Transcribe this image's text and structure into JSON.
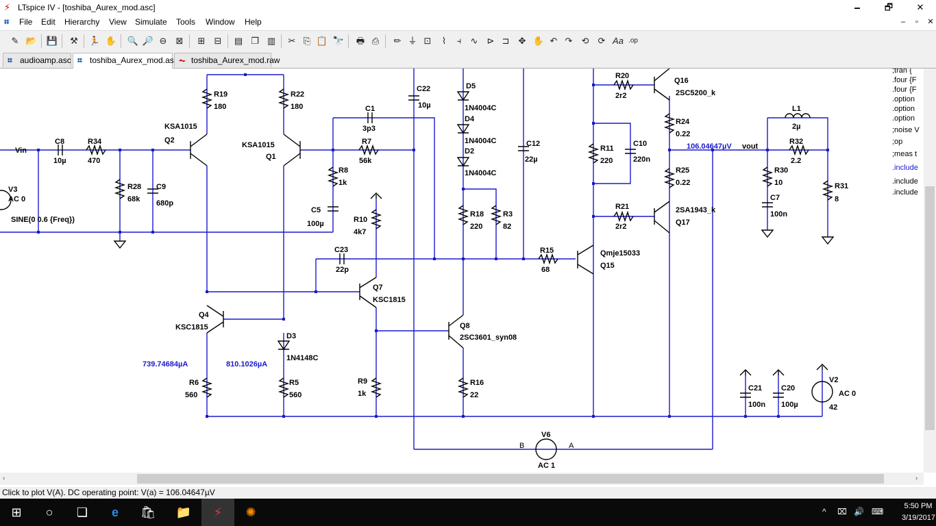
{
  "window": {
    "title": "LTspice IV - [toshiba_Aurex_mod.asc]",
    "minimize": "🗕",
    "maximize": "🗗",
    "close": "✕",
    "doc_min": "–",
    "doc_restore": "▫",
    "doc_close": "✕"
  },
  "menu": [
    "File",
    "Edit",
    "Hierarchy",
    "View",
    "Simulate",
    "Tools",
    "Window",
    "Help"
  ],
  "tabs": [
    {
      "label": "audioamp.asc",
      "active": false
    },
    {
      "label": "toshiba_Aurex_mod.asc",
      "active": true
    },
    {
      "label": "toshiba_Aurex_mod.raw",
      "active": false
    }
  ],
  "schematic": {
    "components": {
      "R19": {
        "ref": "R19",
        "value": "180"
      },
      "R22": {
        "ref": "R22",
        "value": "180"
      },
      "C8": {
        "ref": "C8",
        "value": "10µ"
      },
      "R34": {
        "ref": "R34",
        "value": "470"
      },
      "R28": {
        "ref": "R28",
        "value": "68k"
      },
      "C9": {
        "ref": "C9",
        "value": "680p"
      },
      "V3": {
        "ref": "V3",
        "value": "AC 0",
        "sine": "SINE(0 0.6 {Freq})"
      },
      "Q2": {
        "ref": "Q2",
        "model": "KSA1015"
      },
      "Q1": {
        "ref": "Q1",
        "model": "KSA1015"
      },
      "C1": {
        "ref": "C1",
        "value": "3p3"
      },
      "R7": {
        "ref": "R7",
        "value": "56k"
      },
      "R8": {
        "ref": "R8",
        "value": "1k"
      },
      "C5": {
        "ref": "C5",
        "value": "100µ"
      },
      "C22": {
        "ref": "C22",
        "value": "10µ"
      },
      "D5": {
        "ref": "D5",
        "model": "1N4004C"
      },
      "D4": {
        "ref": "D4",
        "model": "1N4004C"
      },
      "D2": {
        "ref": "D2",
        "model": "1N4004C"
      },
      "C12": {
        "ref": "C12",
        "value": "22µ"
      },
      "R10": {
        "ref": "R10",
        "value": "4k7"
      },
      "R18": {
        "ref": "R18",
        "value": "220"
      },
      "R3": {
        "ref": "R3",
        "value": "82"
      },
      "C23": {
        "ref": "C23",
        "value": "22p"
      },
      "R15": {
        "ref": "R15",
        "value": "68"
      },
      "Q15": {
        "ref": "Q15",
        "model": "Qmje15033"
      },
      "Q7": {
        "ref": "Q7",
        "model": "KSC1815"
      },
      "Q4": {
        "ref": "Q4",
        "model": "KSC1815"
      },
      "D3": {
        "ref": "D3",
        "model": "1N4148C"
      },
      "Q8": {
        "ref": "Q8",
        "model": "2SC3601_syn08"
      },
      "R6": {
        "ref": "R6",
        "value": "560"
      },
      "R5": {
        "ref": "R5",
        "value": "560"
      },
      "R9": {
        "ref": "R9",
        "value": "1k"
      },
      "R16": {
        "ref": "R16",
        "value": "22"
      },
      "R20": {
        "ref": "R20",
        "value": "2r2"
      },
      "Q16": {
        "ref": "Q16",
        "model": "2SC5200_k"
      },
      "R24": {
        "ref": "R24",
        "value": "0.22"
      },
      "R11": {
        "ref": "R11",
        "value": "220"
      },
      "C10": {
        "ref": "C10",
        "value": "220n"
      },
      "R25": {
        "ref": "R25",
        "value": "0.22"
      },
      "R21": {
        "ref": "R21",
        "value": "2r2"
      },
      "Q17": {
        "ref": "Q17",
        "model": "2SA1943_k"
      },
      "L1": {
        "ref": "L1",
        "value": "2µ"
      },
      "R32": {
        "ref": "R32",
        "value": "2.2"
      },
      "R30": {
        "ref": "R30",
        "value": "10"
      },
      "C7": {
        "ref": "C7",
        "value": "100n"
      },
      "R31": {
        "ref": "R31",
        "value": "8"
      },
      "C21": {
        "ref": "C21",
        "value": "100n"
      },
      "C20": {
        "ref": "C20",
        "value": "100µ"
      },
      "V2": {
        "ref": "V2",
        "value": "AC 0",
        "dc": "42"
      },
      "V6": {
        "ref": "V6",
        "value": "AC 1",
        "pin_b": "B",
        "pin_a": "A"
      }
    },
    "nets": {
      "vin": "Vin",
      "vout": "vout"
    },
    "annotations": {
      "vout_voltage": "106.04647µV",
      "i_q4": "739.74684µA",
      "i_d3": "810.1026µA"
    },
    "directives": [
      ";tran {",
      ".four {F",
      ".four {F",
      ".option",
      ".option",
      ".option",
      ";noise V",
      ";op",
      ";meas t",
      ".include",
      ".include",
      ".include"
    ]
  },
  "status": "Click to plot V(A).  DC operating point: V(a) = 106.04647µV",
  "taskbar": {
    "time": "5:50 PM",
    "date": "3/19/2017"
  }
}
